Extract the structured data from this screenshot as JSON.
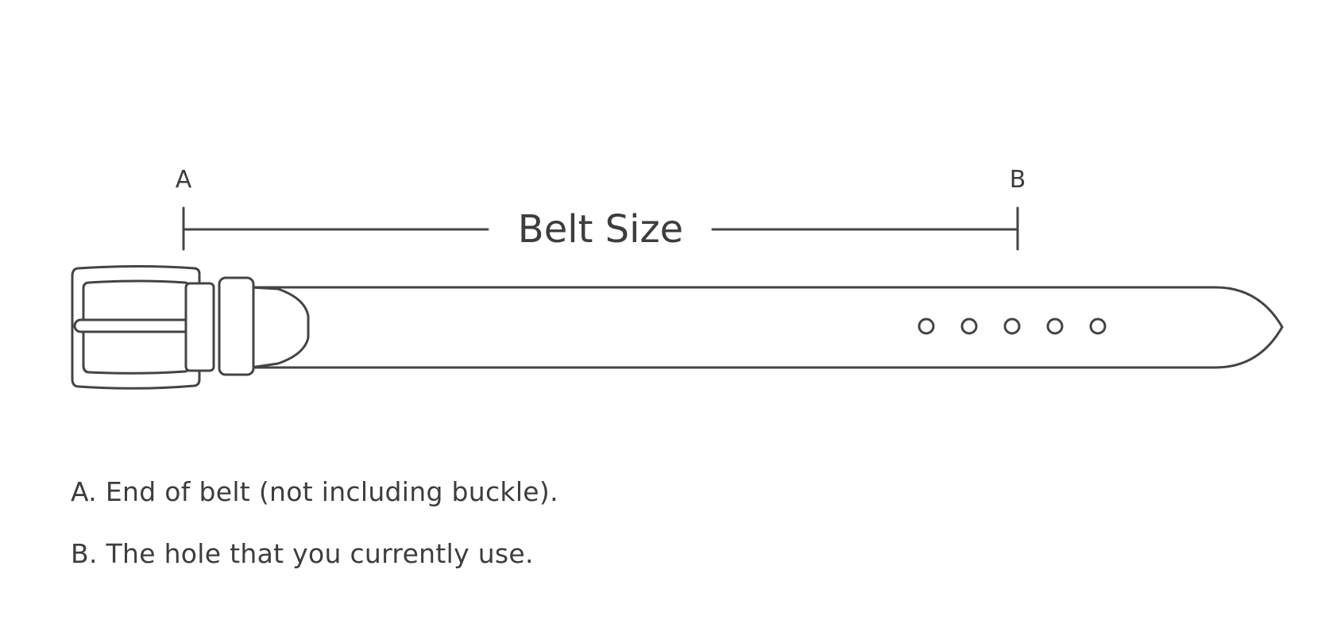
{
  "diagram": {
    "label_a": "A",
    "label_b": "B",
    "measure_label": "Belt Size",
    "hole_count": 5,
    "line_color": "#444444",
    "text_color": "#3d3d3d"
  },
  "legend": {
    "a": "A. End of belt (not including buckle).",
    "b": "B. The hole that you currently use."
  }
}
